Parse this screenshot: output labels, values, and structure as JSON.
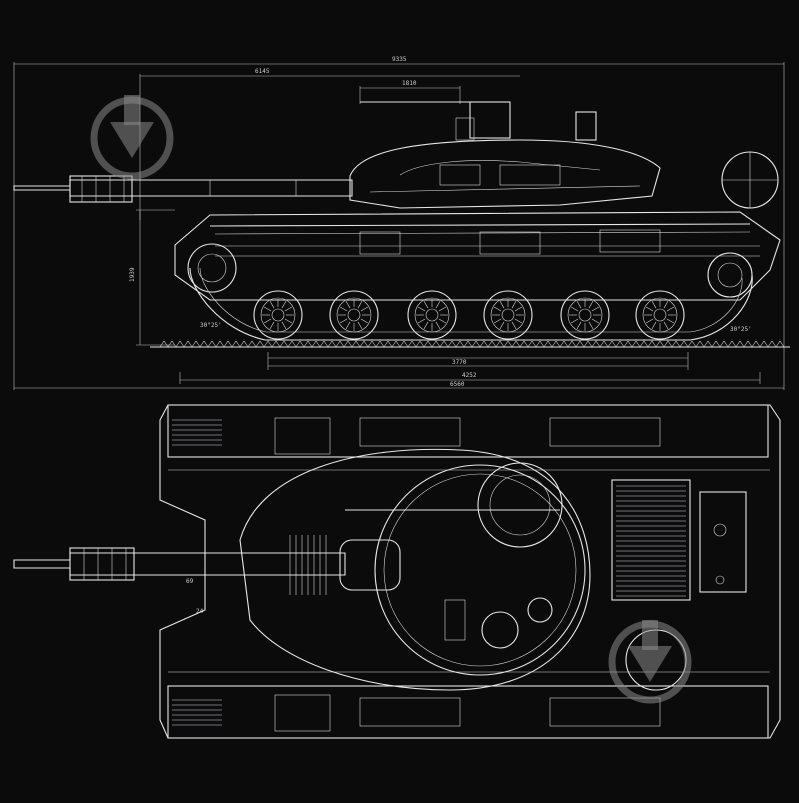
{
  "drawing": {
    "background_color": "#0b0b0c",
    "line_color": "#e6e6e6",
    "watermark_color": "#8a8a8a"
  },
  "side_view": {
    "dimensions": {
      "overall_length": "9335",
      "front_offset": "6145",
      "turret_offset": "1810",
      "height": "1939",
      "wheelbase": "3770",
      "track_ground_length": "4252",
      "hull_length": "6560",
      "front_angle": "30°25'",
      "rear_angle": "30°25'"
    }
  },
  "top_view": {
    "labels": {
      "gun_marker": "69",
      "turret_marker": "24"
    }
  },
  "watermarks": [
    {
      "icon": "download-arrow-icon"
    },
    {
      "icon": "download-arrow-icon"
    }
  ]
}
